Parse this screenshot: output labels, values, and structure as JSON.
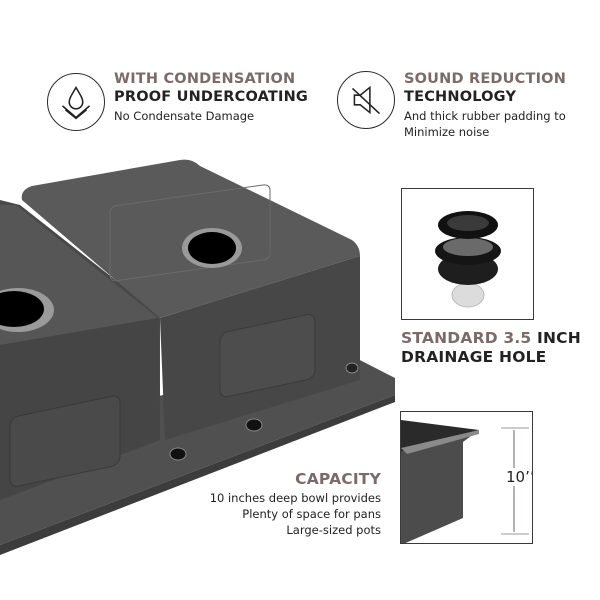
{
  "features": {
    "condensation": {
      "icon": "water-drop-hands-icon",
      "title_line1": "WITH CONDENSATION",
      "title_line2": "PROOF UNDERCOATING",
      "description": "No Condensate Damage"
    },
    "sound": {
      "icon": "speaker-muted-icon",
      "title_line1": "SOUND REDUCTION",
      "title_line2": "TECHNOLOGY",
      "description_line1": "And thick rubber padding to",
      "description_line2": "Minimize noise"
    },
    "drain": {
      "image": "strainer-basket-image",
      "title_accent": "STANDARD 3.5",
      "title_dark_1": " INCH",
      "title_dark_2": "DRAINAGE HOLE"
    },
    "capacity": {
      "image": "bowl-depth-image",
      "title": "CAPACITY",
      "description_lines": [
        "10 inches deep bowl provides",
        "Plenty of space for pans",
        "Large-sized pots"
      ],
      "depth_label": "10’’"
    }
  },
  "colors": {
    "accent": "#7b6a6a",
    "dark_text": "#222222",
    "sink_body": "#4a4a4a"
  }
}
